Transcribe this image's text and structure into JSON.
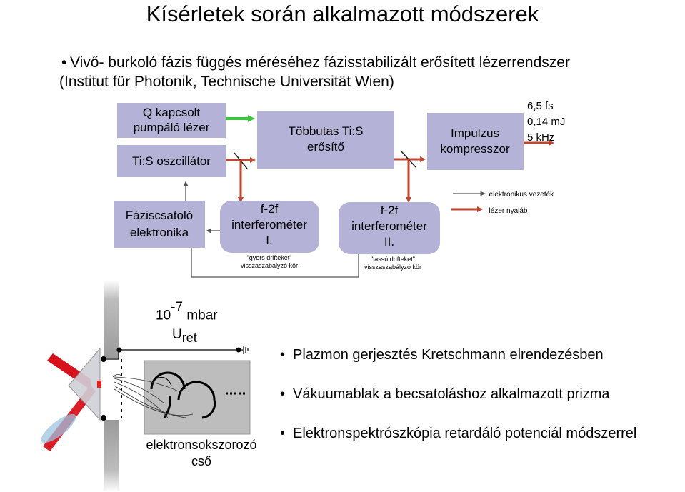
{
  "title": "Kísérletek során alkalmazott módszerek",
  "intro_bullet": {
    "line1": "Vivő- burkoló fázis függés méréséhez fázisstabilizált erősített lézerrendszer",
    "line2": "(Institut für Photonik, Technische Universität Wien)"
  },
  "diagram": {
    "boxes": {
      "q_laser": [
        "Q kapcsolt",
        "pumpáló lézer"
      ],
      "oscillator": [
        "Ti:S oszcillátor"
      ],
      "amplifier": [
        "Többutas Ti:S",
        "erősítő"
      ],
      "compressor": [
        "Impulzus",
        "kompresszor"
      ],
      "phase_electronics": [
        "Fáziscsatoló",
        "elektronika"
      ],
      "interferometer1": [
        "f-2f",
        "interferométer",
        "I."
      ],
      "interferometer2": [
        "f-2f",
        "interferométer",
        "II."
      ]
    },
    "loop_labels": {
      "fast": [
        "\"gyors drifteket\"",
        "visszaszabályzó kör"
      ],
      "slow": [
        "\"lassú drifteket\"",
        "visszaszabályzó kör"
      ]
    },
    "specs": [
      "6,5 fs",
      "0,14 mJ",
      "5 kHz"
    ],
    "legend": {
      "electronic": ": elektronikus vezeték",
      "laser": ": lézer nyaláb"
    },
    "colors": {
      "box": "#b4b2d6",
      "laser": "#c1442f",
      "green": "#3cc43c",
      "line": "#555555"
    }
  },
  "setup": {
    "pressure_base": "10",
    "pressure_exp": "-7",
    "pressure_unit": "mbar",
    "u_base": "U",
    "u_sub": "ret",
    "tube_label": [
      "elektronsokszorozó",
      "cső"
    ]
  },
  "bullets": [
    "Plazmon gerjesztés Kretschmann elrendezésben",
    "Vákuumablak a becsatoláshoz alkalmazott prizma",
    "Elektronspektrószkópia retardáló potenciál módszerrel"
  ]
}
